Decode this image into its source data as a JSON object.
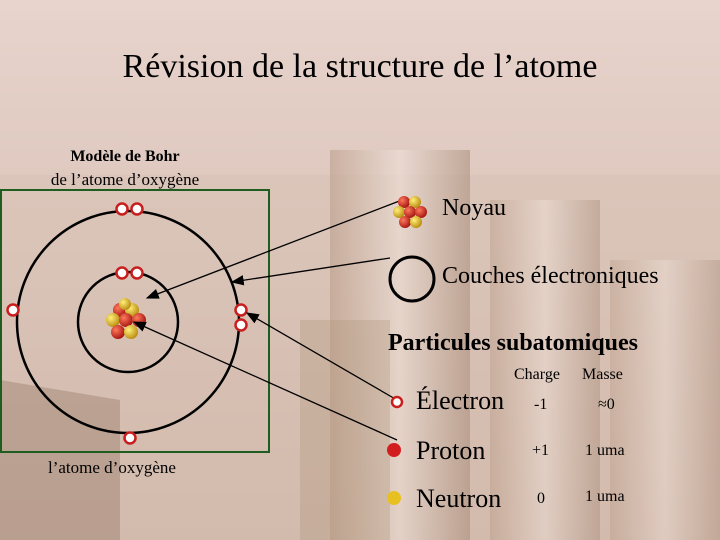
{
  "slide": {
    "title": "Révision de la structure de l’atome",
    "bohr_label_line1": "Modèle de Bohr",
    "bohr_label_line2": "de l’atome d’oxygène",
    "diagram_caption": "l’atome d’oxygène"
  },
  "legend": {
    "nucleus": "Noyau",
    "shells": "Couches électroniques"
  },
  "particles": {
    "heading": "Particules subatomiques",
    "col_charge": "Charge",
    "col_mass": "Masse",
    "rows": [
      {
        "name": "Électron",
        "charge": "-1",
        "mass": "≈0",
        "marker_color": "#d21e1e"
      },
      {
        "name": "Proton",
        "charge": "+1",
        "mass": "1 uma",
        "marker_color": "#d21e1e"
      },
      {
        "name": "Neutron",
        "charge": "0",
        "mass": "1 uma",
        "marker_color": "#e8c020"
      }
    ]
  },
  "colors": {
    "background": "#e8d4cd",
    "diagram_frame": "#1f5c1f",
    "electron": "#c81e1e",
    "proton": "#c81e1e",
    "neutron": "#e5b81c"
  }
}
